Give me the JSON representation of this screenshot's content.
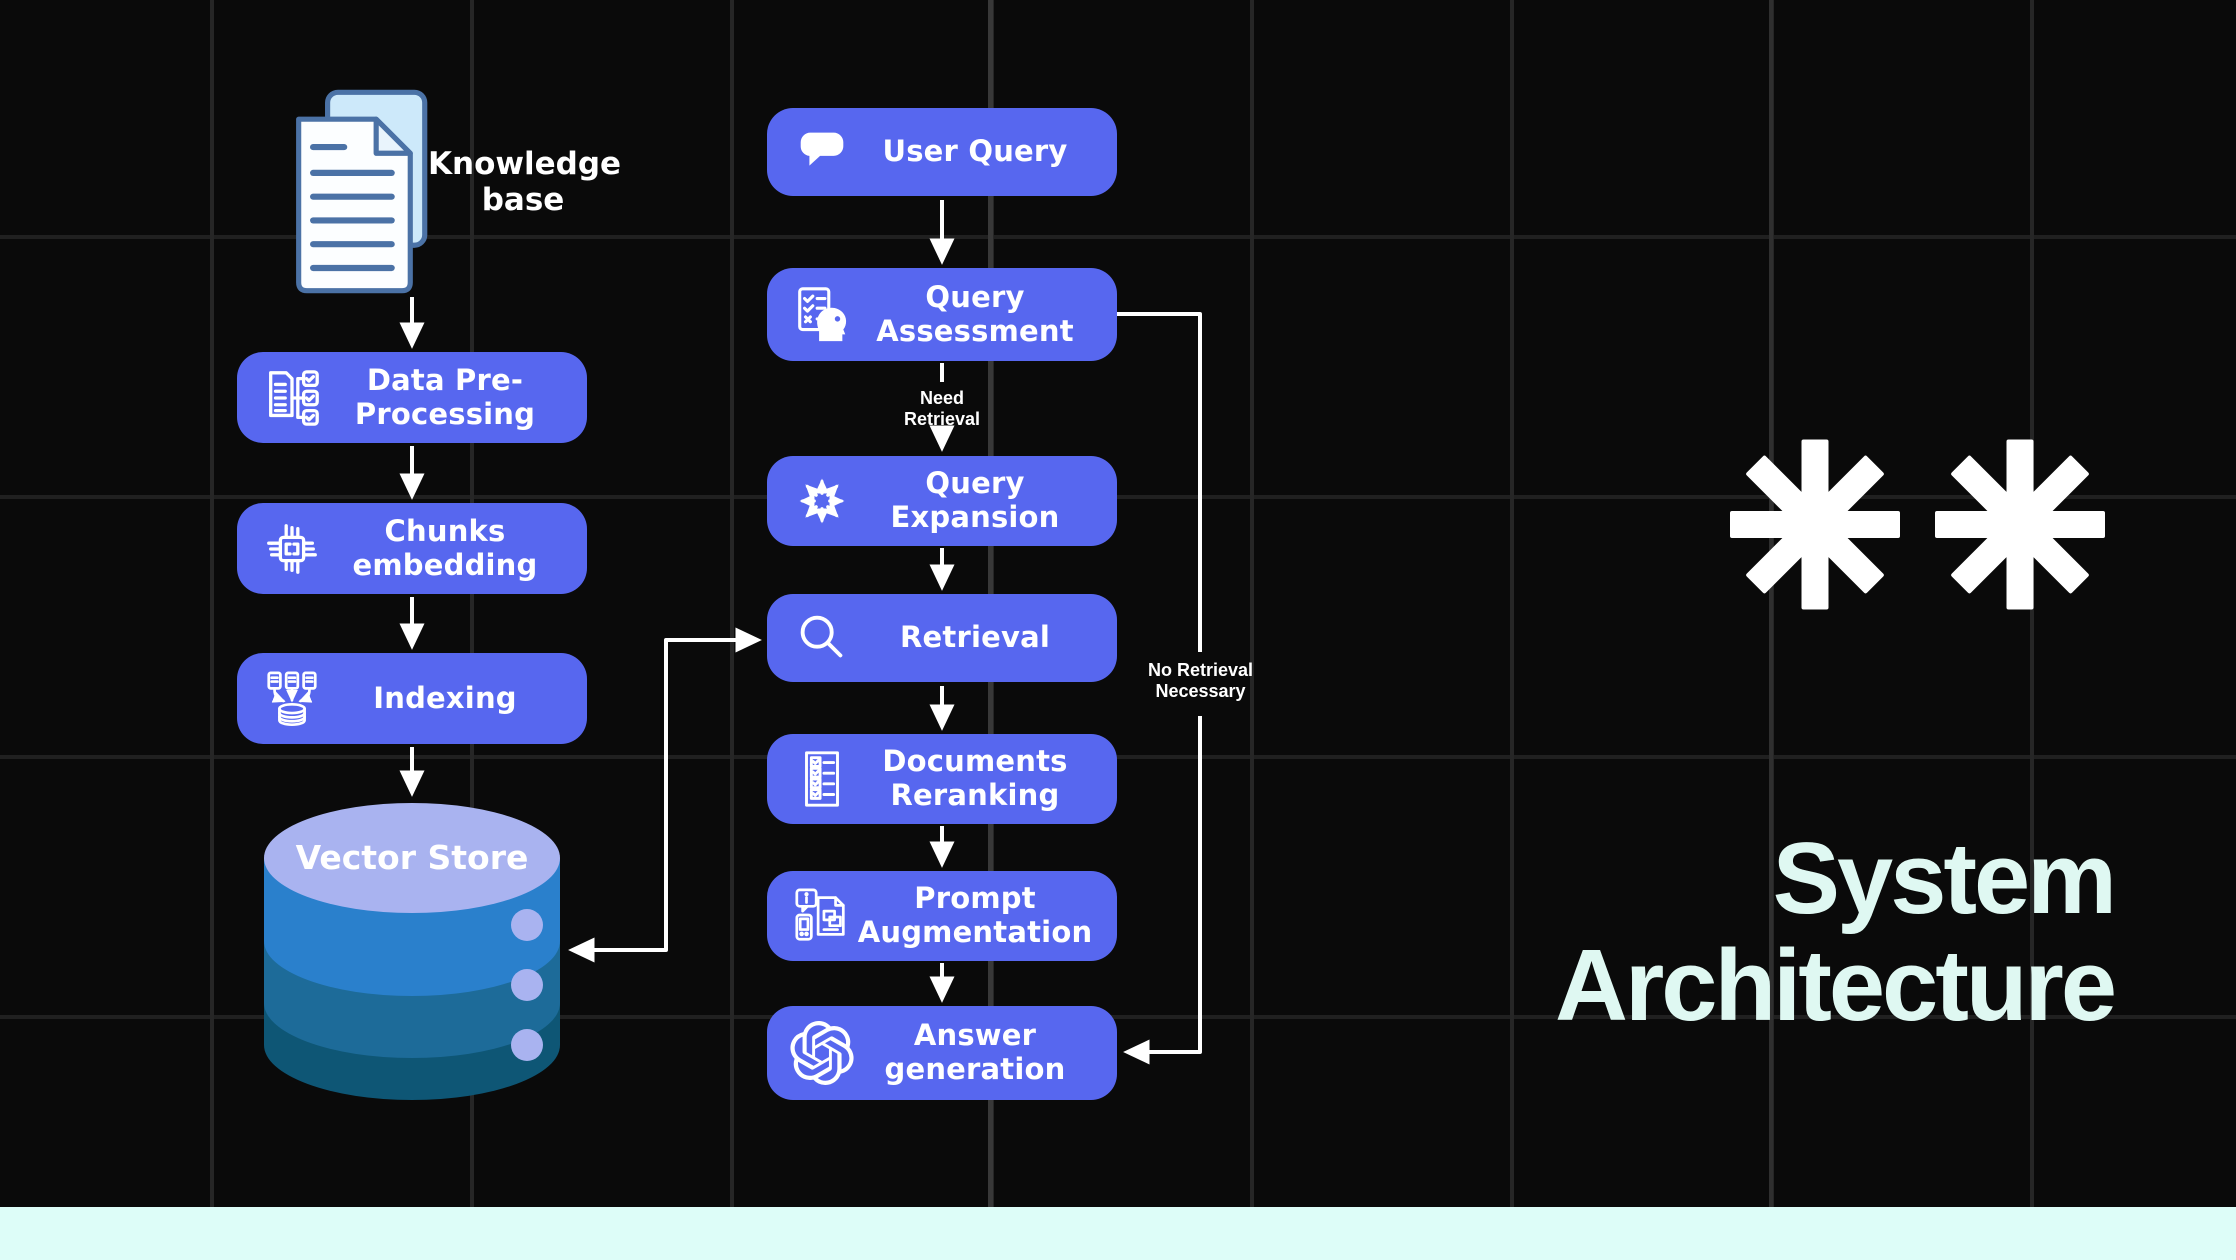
{
  "page": {
    "background_color": "#0a0a0a",
    "grid_color": "#262626",
    "bottom_bar_color": "#ddfdf8",
    "node_fill_color": "#5767ef",
    "connector_color": "#ffffff"
  },
  "title": {
    "text": "System Architecture",
    "color": "#dff8f2"
  },
  "decor": {
    "asterisks": 2,
    "asterisk_color": "#ffffff"
  },
  "knowledge_base": {
    "label": "Knowledge base",
    "icon": "documents-icon"
  },
  "ingestion_flow": {
    "nodes": [
      {
        "label": "Data Pre-Processing",
        "icon": "document-checklist-icon"
      },
      {
        "label": "Chunks embedding",
        "icon": "chip-icon"
      },
      {
        "label": "Indexing",
        "icon": "documents-to-database-icon"
      }
    ]
  },
  "vector_store": {
    "label": "Vector Store",
    "icon": "database-cylinder",
    "colors": {
      "top": "#a9b3f0",
      "band1": "#2a80cc",
      "band2": "#1d6b99",
      "band3": "#0e5675",
      "dots": "#a9b3f0"
    }
  },
  "query_flow": {
    "nodes": [
      {
        "label": "User Query",
        "icon": "speech-bubble-icon"
      },
      {
        "label": "Query Assessment",
        "icon": "head-checklist-icon"
      },
      {
        "label": "Query Expansion",
        "icon": "expand-arrows-icon"
      },
      {
        "label": "Retrieval",
        "icon": "magnifier-icon"
      },
      {
        "label": "Documents Reranking",
        "icon": "checklist-page-icon"
      },
      {
        "label": "Prompt Augmentation",
        "icon": "prompt-augmentation-icon"
      },
      {
        "label": "Answer generation",
        "icon": "openai-icon"
      }
    ],
    "edge_labels": {
      "need_retrieval": "Need Retrieval",
      "no_retrieval": "No Retrieval Necessary"
    }
  }
}
